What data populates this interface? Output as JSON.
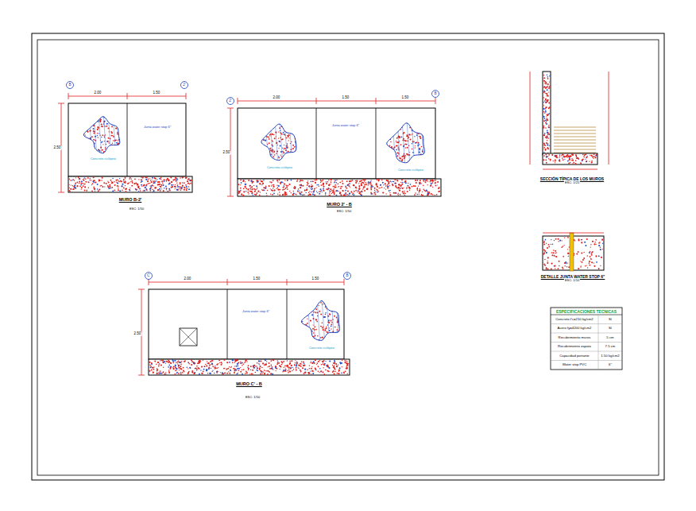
{
  "diagram": {
    "nodes": [
      {
        "text": [
          "MURO B-2'"
        ]
      },
      {
        "text": [
          "MURO 2' - B"
        ]
      },
      {
        "text": [
          "MURO C' - B"
        ]
      },
      {
        "text": [
          "SECCIÓN TÍPICA DE LOS MUROS"
        ]
      },
      {
        "text": [
          "DETALLE JUNTA WATER STOP 6\""
        ]
      },
      {
        "text": [
          "ESPECIFICACIONES TECNICAS"
        ]
      }
    ],
    "labels": [
      "B",
      "2'",
      "2.00",
      "1.50",
      "2.50",
      "ESC: 1/50",
      "2'",
      "B",
      "2.00",
      "1.50",
      "1.50",
      "2.50",
      "ESC: 1/50",
      "C'",
      "B",
      "2.00",
      "1.50",
      "1.50",
      "2.50",
      "ESC: 1/50",
      "ESC: 1/25",
      "ESC: 1/10",
      "Junta water stop 6\"",
      "Junta water stop 6\"",
      "Junta water stop 6\"",
      "Concreto ciclópeo",
      "Concreto ciclópeo",
      "Concreto ciclópeo",
      "Concreto ciclópeo",
      "Concreto f'c=210 kg/cm2",
      "Sí",
      "Acero fy=4200 kg/cm2",
      "Sí",
      "Recubrimiento muros",
      "5 cm",
      "Recubrimiento zapata",
      "7.5 cm",
      "Capacidad portante",
      "1.50 kg/cm2",
      "Water stop PVC",
      "6\""
    ]
  }
}
